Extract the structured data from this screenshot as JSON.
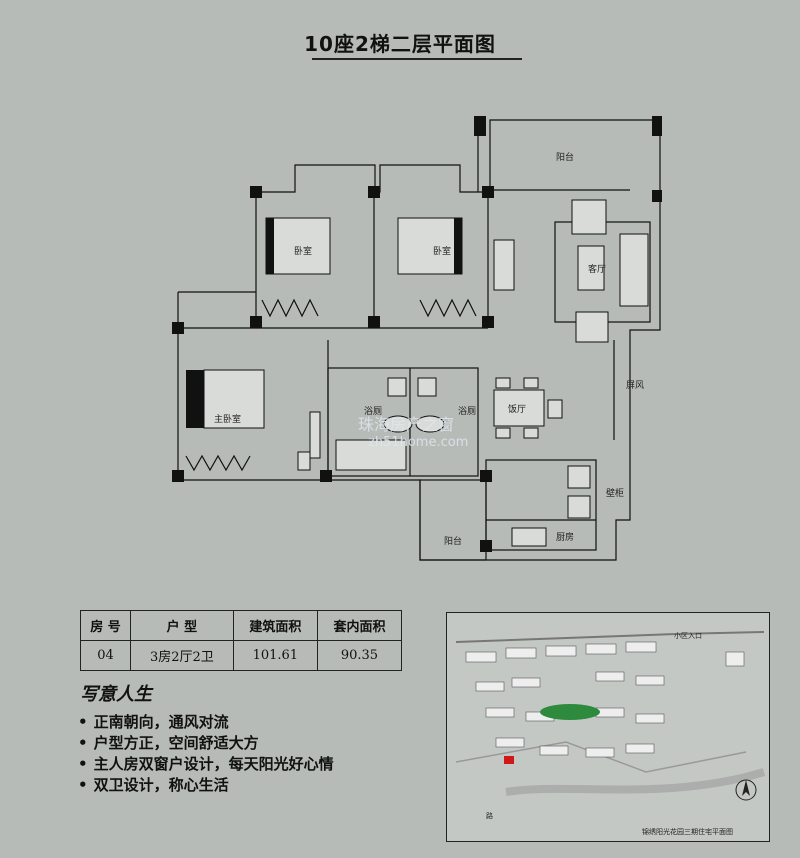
{
  "title": "10座2梯二层平面图",
  "rooms": {
    "balcony_top": "阳台",
    "bedroom1": "卧室",
    "bedroom2": "卧室",
    "living": "客厅",
    "master": "主卧室",
    "bath1": "浴厕",
    "bath2": "浴厕",
    "dining": "饭厅",
    "screen": "屏风",
    "kitchen": "厨房",
    "balcony_bottom": "阳台",
    "storage": "壁柜"
  },
  "watermark": {
    "line1": "珠海房产之窗",
    "line2": "zh51home.com"
  },
  "table": {
    "headers": [
      "房 号",
      "户 型",
      "建筑面积",
      "套内面积"
    ],
    "row": [
      "04",
      "3房2厅2卫",
      "101.61",
      "90.35"
    ]
  },
  "slogan": "写意人生",
  "features": [
    "正南朝向，通风对流",
    "户型方正，空间舒适大方",
    "主人房双窗户设计，每天阳光好心情",
    "双卫设计，称心生活"
  ],
  "site_plan": {
    "entrance": "小区入口",
    "road": "路",
    "caption": "锦绣阳光花园三期住宅平面图"
  },
  "colors": {
    "background": "#b6bbb7",
    "wall": "#111111",
    "green": "#2e8b3e",
    "marker": "#d01818"
  }
}
